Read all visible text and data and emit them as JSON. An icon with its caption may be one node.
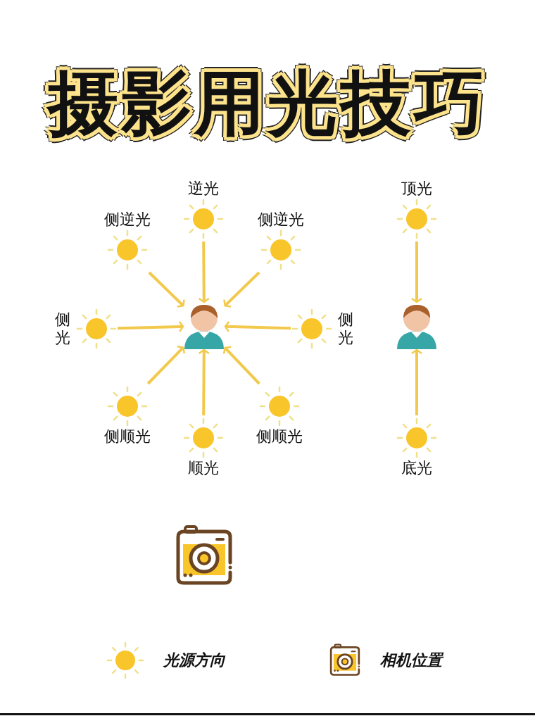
{
  "diagram": {
    "title": "摄影用光技巧",
    "nodes": [
      {
        "text": [
          "逆光"
        ]
      },
      {
        "text": [
          "侧逆光"
        ]
      },
      {
        "text": [
          "侧逆光"
        ]
      },
      {
        "text": [
          "顶光"
        ]
      },
      {
        "text": [
          "侧光"
        ]
      },
      {
        "text": [],
        "shape": "person"
      },
      {
        "text": [
          "侧光"
        ]
      },
      {
        "text": [],
        "shape": "person"
      },
      {
        "text": [
          "侧顺光"
        ]
      },
      {
        "text": [
          "侧顺光"
        ]
      },
      {
        "text": [
          "顺光"
        ]
      },
      {
        "text": [
          "底光"
        ]
      }
    ],
    "edges": [
      {
        "from": 0,
        "to": 5,
        "arrow": "to"
      },
      {
        "from": 1,
        "to": 5,
        "arrow": "to"
      },
      {
        "from": 2,
        "to": 5,
        "arrow": "to"
      },
      {
        "from": 4,
        "to": 5,
        "arrow": "to"
      },
      {
        "from": 6,
        "to": 5,
        "arrow": "to"
      },
      {
        "from": 8,
        "to": 5,
        "arrow": "to"
      },
      {
        "from": 9,
        "to": 5,
        "arrow": "to"
      },
      {
        "from": 10,
        "to": 5,
        "arrow": "to"
      },
      {
        "from": 3,
        "to": 7,
        "arrow": "to"
      },
      {
        "from": 11,
        "to": 7,
        "arrow": "to"
      }
    ],
    "legend": [
      {
        "text": "光源方向"
      },
      {
        "text": "相机位置"
      }
    ]
  }
}
